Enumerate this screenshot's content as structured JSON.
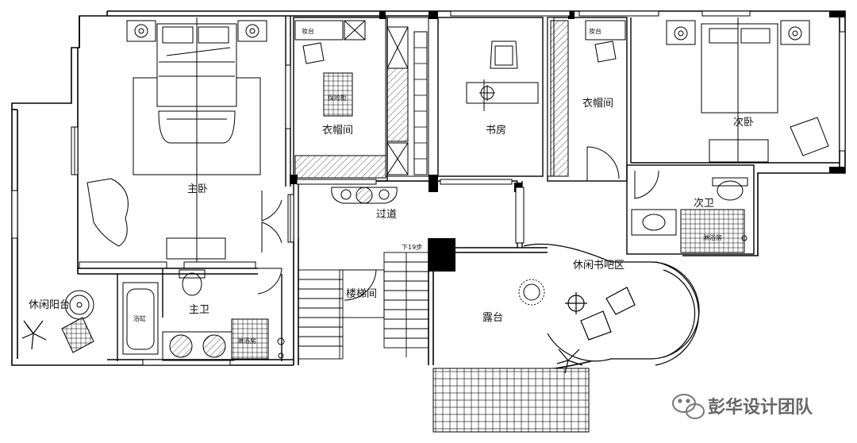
{
  "rooms": {
    "master_bedroom": "主卧",
    "master_bath": "主卫",
    "leisure_balcony": "休闲阳台",
    "closet_1": "衣帽间",
    "closet_2": "衣帽间",
    "study": "书房",
    "second_bedroom": "次卧",
    "second_bath": "次卫",
    "corridor": "过道",
    "staircase": "楼梯间",
    "terrace": "露台",
    "reading_bar": "休闲书吧区"
  },
  "small_labels": {
    "dresser_1": "妆台",
    "dresser_2": "妆台",
    "safe_box": "保险柜",
    "bathtub": "浴缸",
    "shower_1": "淋浴房",
    "shower_2": "淋浴房",
    "stair_note": "下19步"
  },
  "watermark": {
    "text": "彭华设计团队"
  }
}
